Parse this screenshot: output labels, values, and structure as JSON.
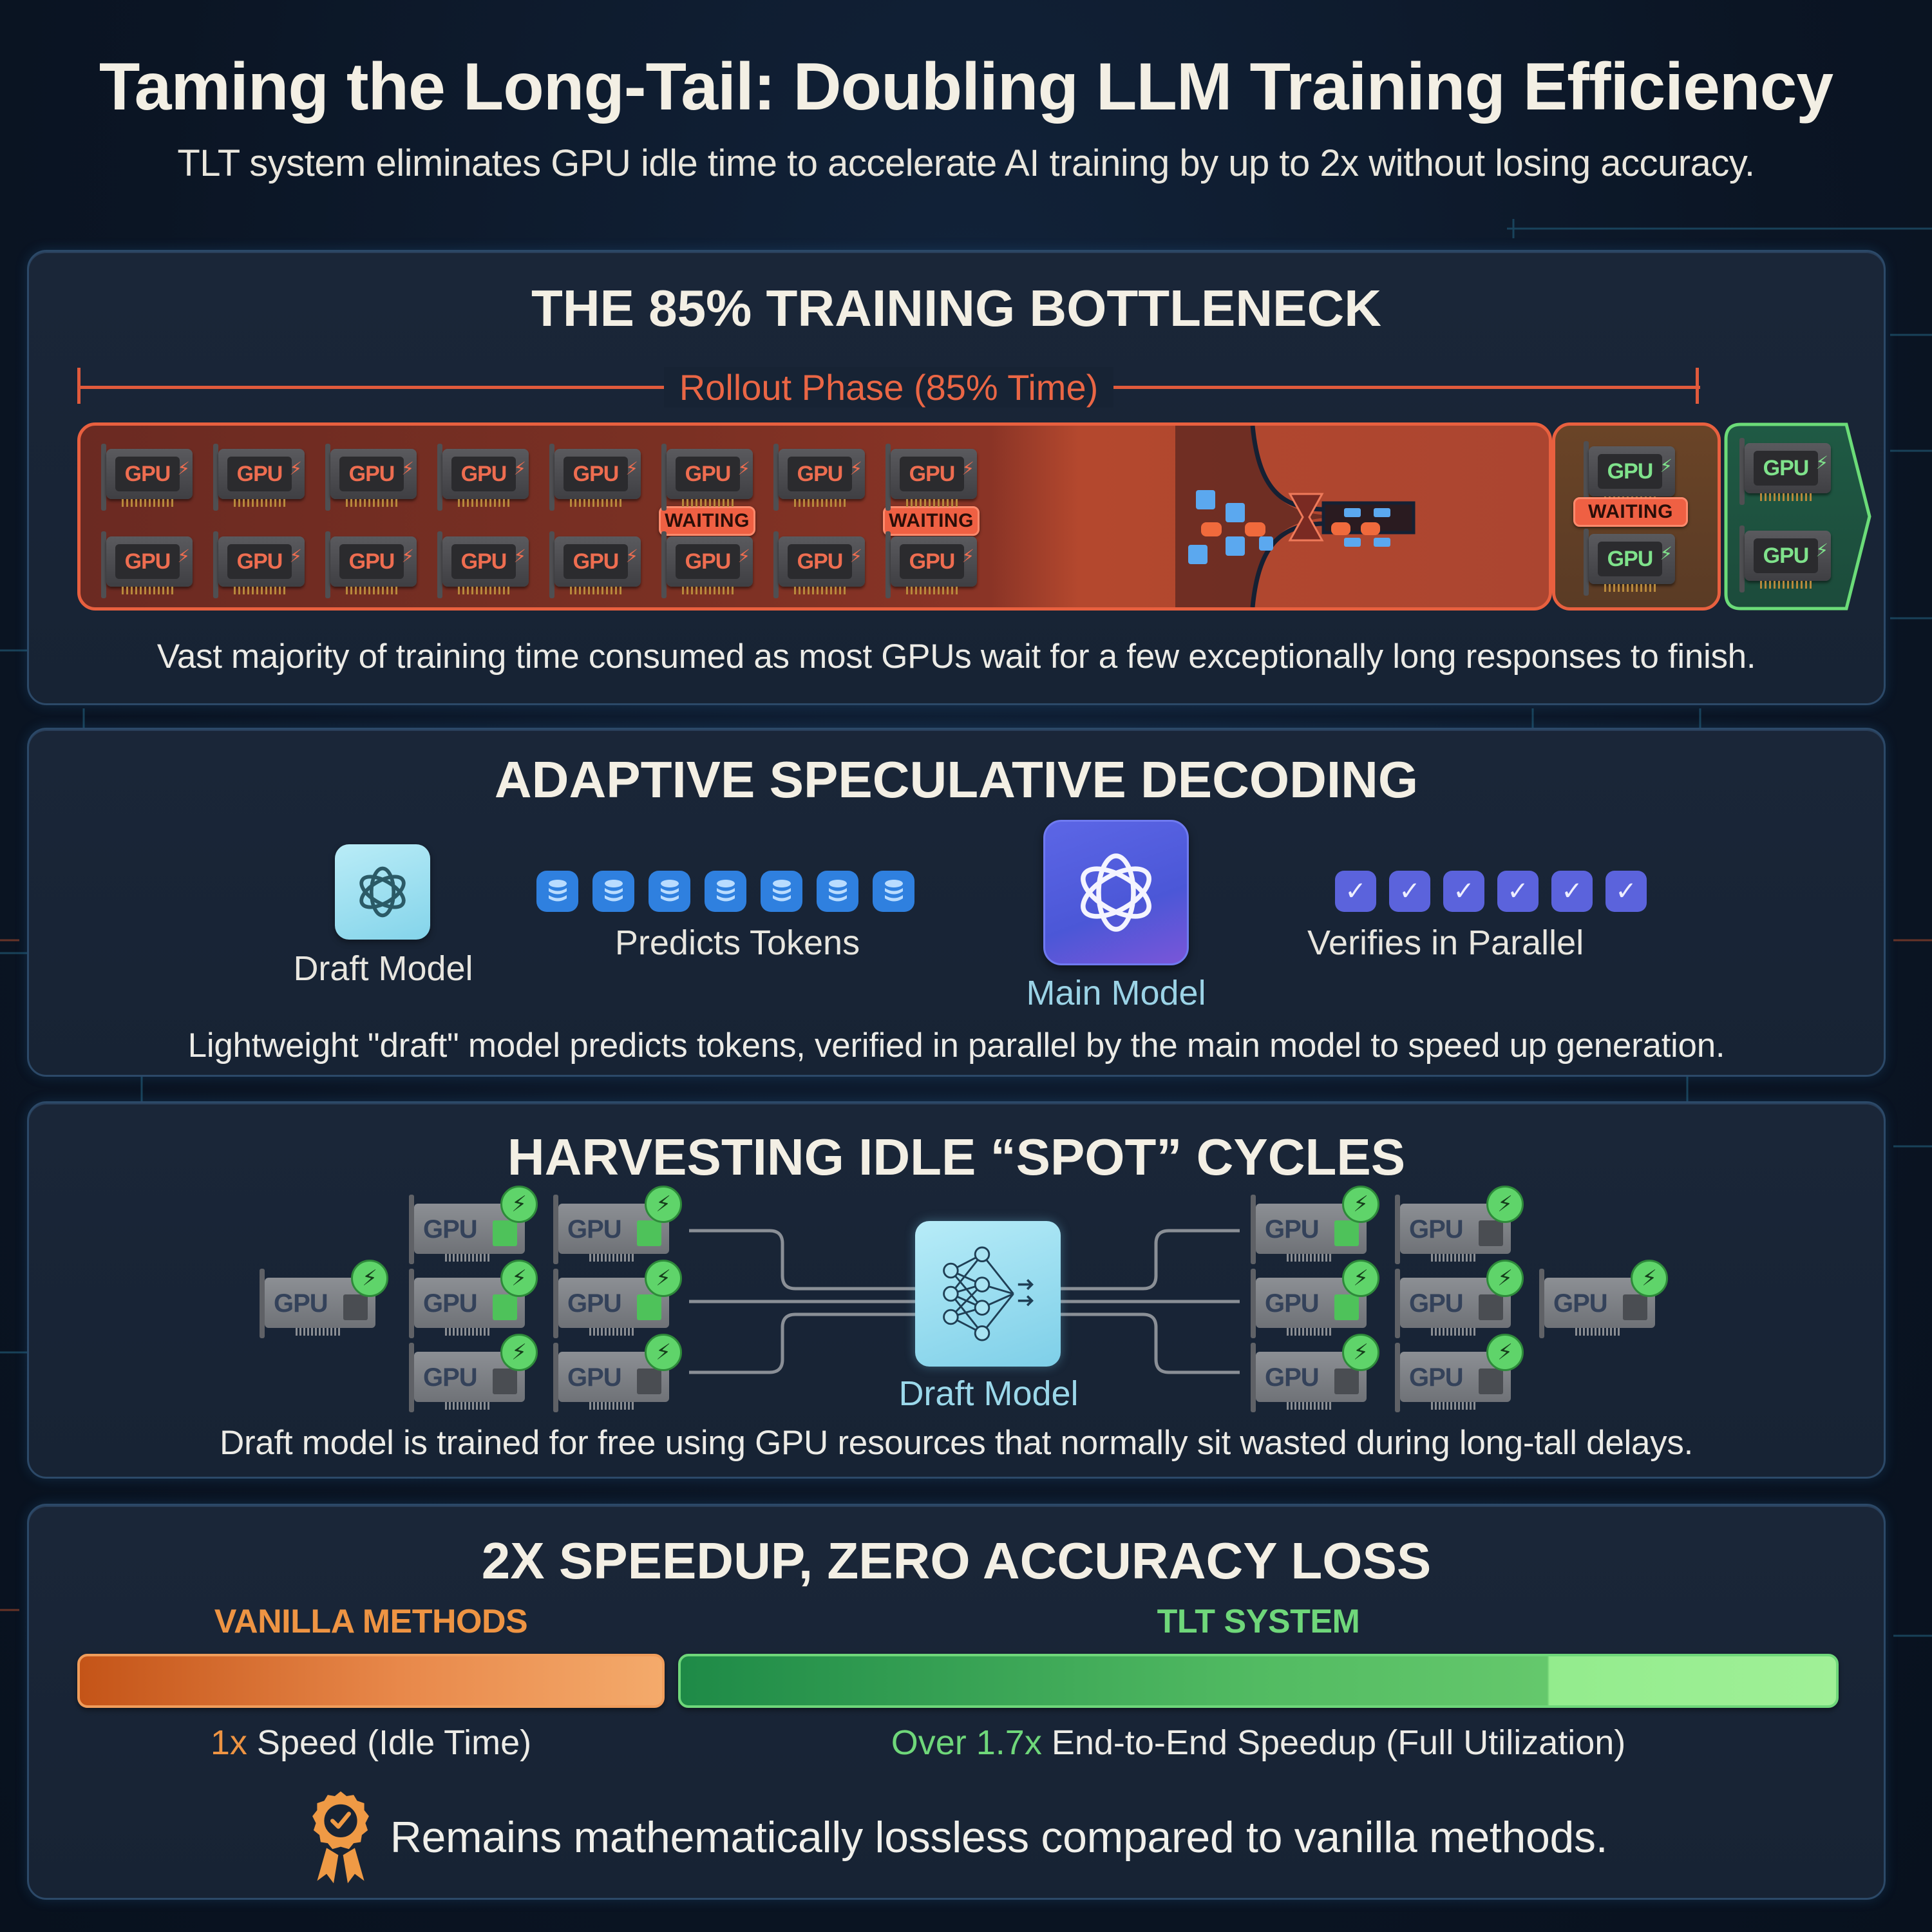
{
  "header": {
    "title": "Taming the Long-Tail: Doubling LLM Training Efficiency",
    "subtitle": "TLT system eliminates GPU idle time to accelerate AI training by up to 2x without losing accuracy."
  },
  "panels": {
    "bottleneck": {
      "title": "THE 85% TRAINING BOTTLENECK",
      "rollout_label": "Rollout Phase (85% Time)",
      "gpu_label": "GPU",
      "waiting_label": "WAITING",
      "caption": "Vast majority of training time consumed as most GPUs wait for a few exceptionally long responses to finish.",
      "colors": {
        "idle": "#e8603f",
        "active": "#7fe28b",
        "waiting": "#ef6043"
      }
    },
    "speculative": {
      "title": "ADAPTIVE SPECULATIVE DECODING",
      "draft_label": "Draft Model",
      "predicts_label": "Predicts Tokens",
      "main_label": "Main Model",
      "verifies_label": "Verifies in Parallel",
      "token_count": 7,
      "check_count": 6,
      "caption": "Lightweight \"draft\" model predicts tokens, verified in parallel by the main model to speed up generation."
    },
    "harvesting": {
      "title": "HARVESTING IDLE “SPOT” CYCLES",
      "gpu_label": "GPU",
      "center_label": "Draft Model",
      "caption": "Draft model is trained for free using GPU resources that normally sit wasted during long-tall delays."
    },
    "speedup": {
      "title": "2X SPEEDUP, ZERO ACCURACY LOSS",
      "vanilla": {
        "label": "VANILLA METHODS",
        "value": "1x",
        "desc": " Speed (Idle Time)",
        "color": "#ee9443"
      },
      "tlt": {
        "label": "TLT SYSTEM",
        "prefix": "Over ",
        "value": "1.7x",
        "desc": " End-to-End Speedup (Full Utilization)",
        "color": "#6fd77a"
      },
      "lossless_text": "Remains mathematically lossless compared to vanilla methods."
    }
  },
  "icons": {
    "bolt": "⚡",
    "check": "✓"
  }
}
